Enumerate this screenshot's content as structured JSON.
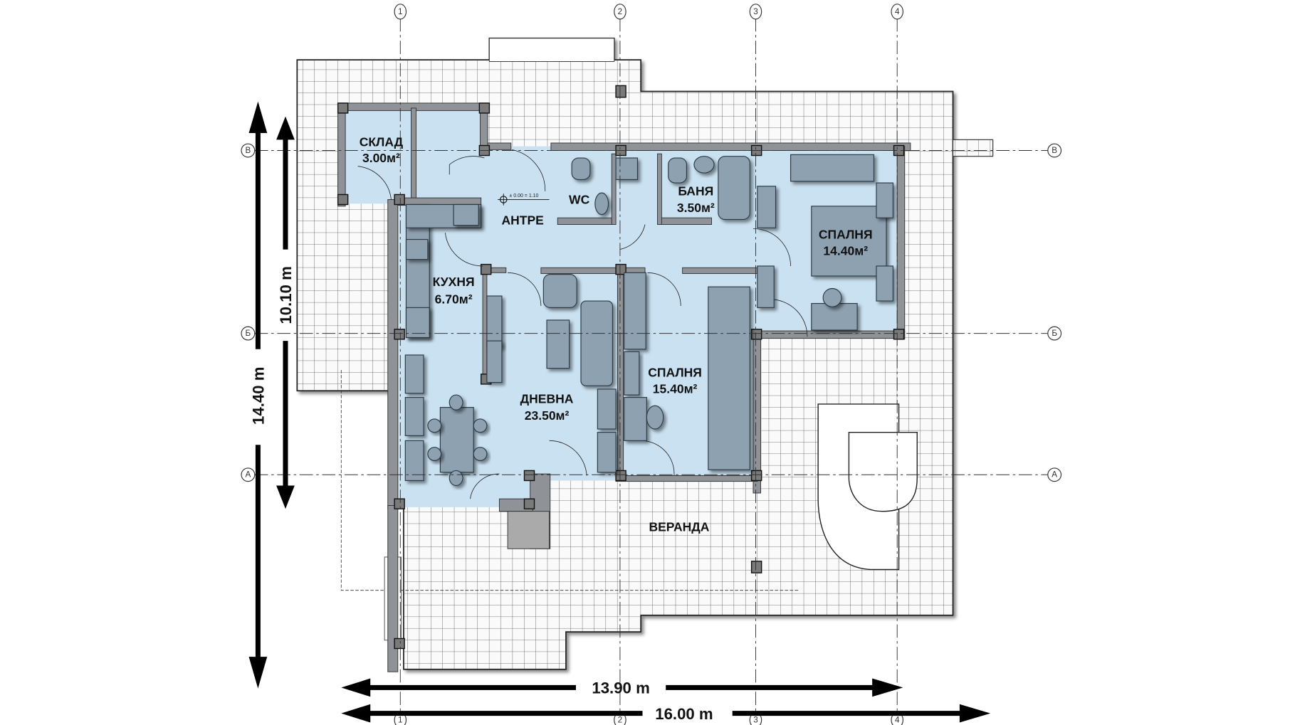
{
  "title": "Floor plan",
  "rooms": [
    {
      "name": "СКЛАД",
      "area": "3.00м²"
    },
    {
      "name": "WC",
      "area": ""
    },
    {
      "name": "АНТРЕ",
      "area": ""
    },
    {
      "name": "БАНЯ",
      "area": "3.50м²"
    },
    {
      "name": "СПАЛНЯ",
      "area": "14.40м²"
    },
    {
      "name": "КУХНЯ",
      "area": "6.70м²"
    },
    {
      "name": "ДНЕВНА",
      "area": "23.50м²"
    },
    {
      "name": "СПАЛНЯ",
      "area": "15.40м²"
    },
    {
      "name": "ВЕРАНДА",
      "area": ""
    }
  ],
  "level_mark": "± 0.00 = 1.10",
  "dimensions": {
    "width_inner": "13.90 m",
    "width_total": "16.00 m",
    "depth_total": "14.40 m",
    "depth_inner": "10.10 m"
  },
  "axes": {
    "vertical": [
      "1",
      "2",
      "3",
      "4"
    ],
    "horizontal": [
      "В",
      "Б",
      "А"
    ]
  },
  "colors": {
    "room_fill": "#c9e1f1",
    "furniture": "#8ea1b1",
    "wall": "#8f9397",
    "tile_line": "#555555"
  }
}
